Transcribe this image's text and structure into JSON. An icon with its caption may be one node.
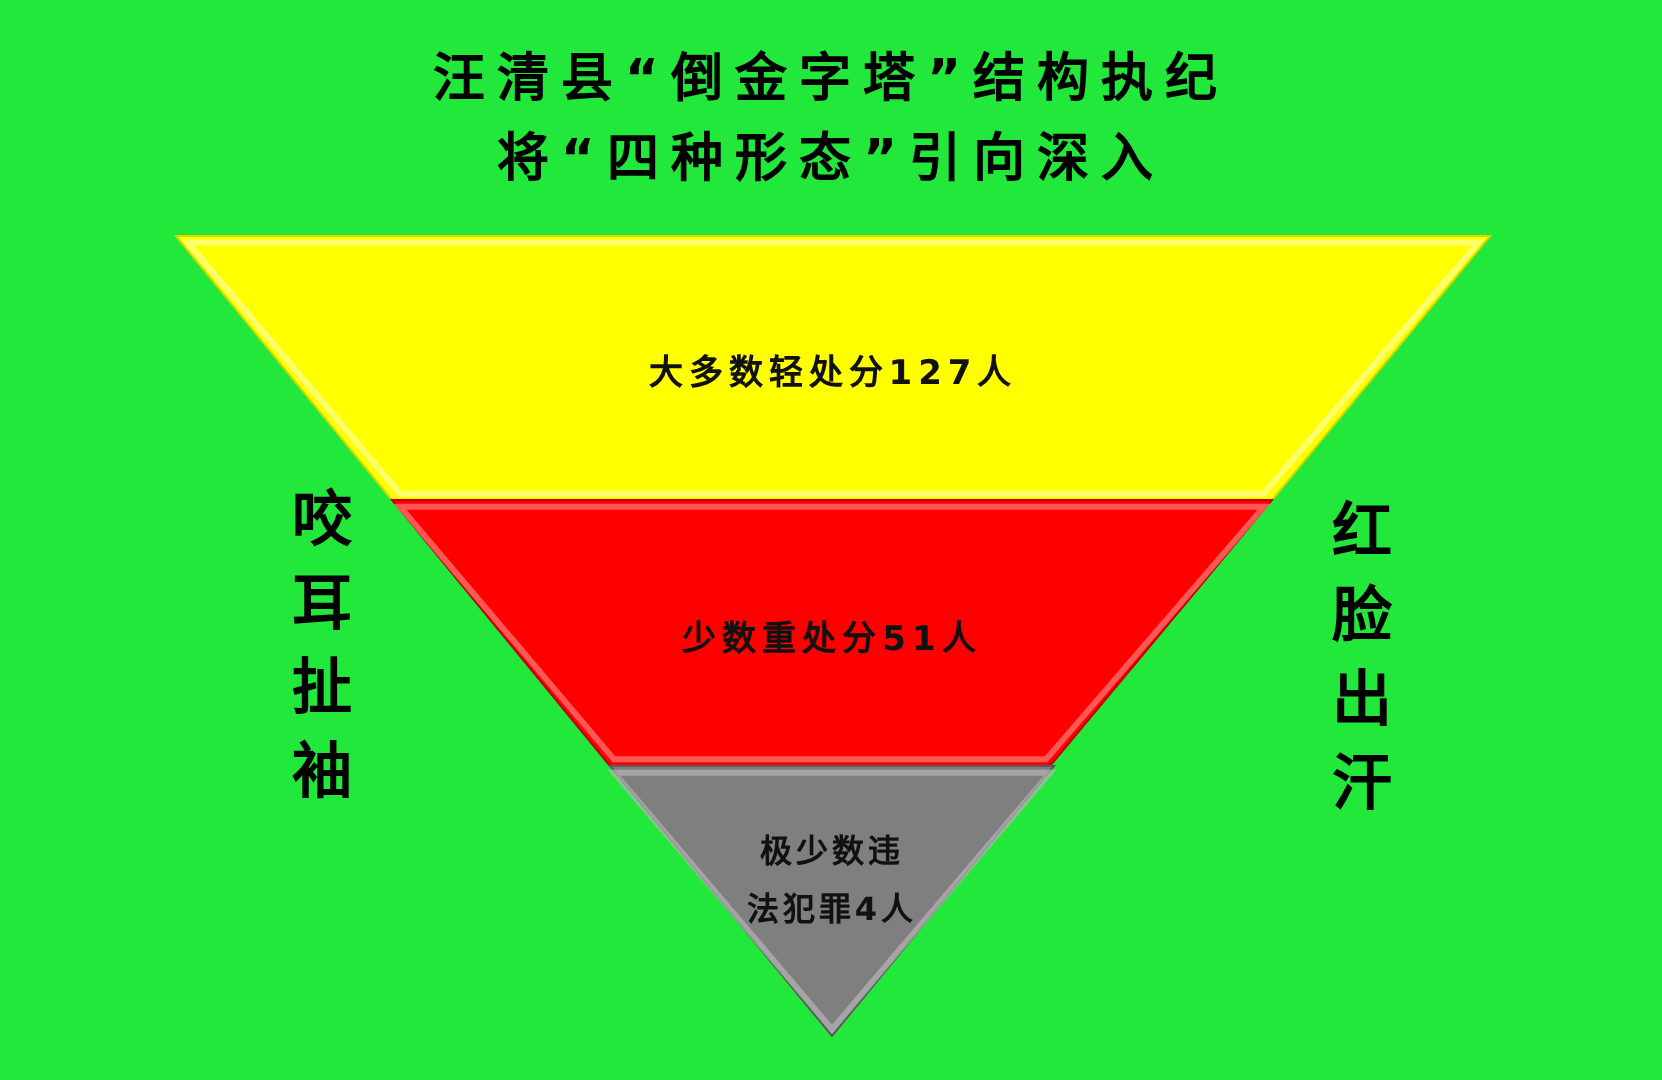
{
  "diagram": {
    "title": "汪清县“倒金字塔”结构执纪将“四种形态”引向深入",
    "nodes": [
      {
        "text": [
          "大多数轻处分127人"
        ]
      },
      {
        "text": [
          "少数重处分51人"
        ]
      },
      {
        "text": [
          "极少数违法犯罪4人"
        ]
      }
    ],
    "labels": [
      "咬耳扯袖",
      "红脸出汗"
    ]
  }
}
